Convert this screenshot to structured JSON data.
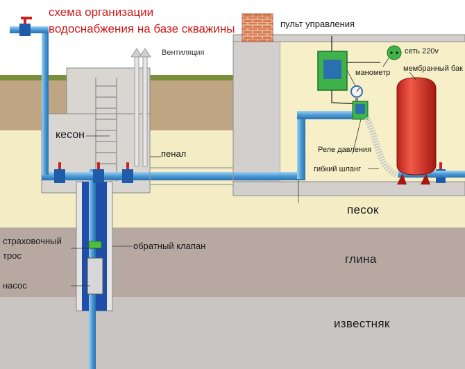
{
  "title": {
    "line1": "схема организации",
    "line2": "водоснабжения на базе скважины"
  },
  "labels": {
    "control_panel": "пульт управления",
    "network": "сеть 220v",
    "manometer": "манометр",
    "membrane_tank": "мембранный бак",
    "ventilation": "Вентиляция",
    "caisson": "кесон",
    "penal": "пенал",
    "pressure_relay": "Реле давления",
    "flexible_hose": "гибкий шланг",
    "safety_cable_line1": "страховочный",
    "safety_cable_line2": "трос",
    "check_valve": "обратный клапан",
    "pump": "насос"
  },
  "soil_layers": {
    "sand": "песок",
    "clay": "глина",
    "limestone": "известняк"
  },
  "colors": {
    "sky": "#ffffff",
    "sand": "#f4ecc4",
    "topsoil": "#bfa583",
    "clay": "#b7a9a2",
    "limestone": "#c8c5c3",
    "pipe": "#5aa9de",
    "casing": "#d7d7d7",
    "well_water": "#1f4fa8",
    "tank": "#e03a30",
    "title_red": "#d01a1a",
    "brick": "#d97b52"
  }
}
